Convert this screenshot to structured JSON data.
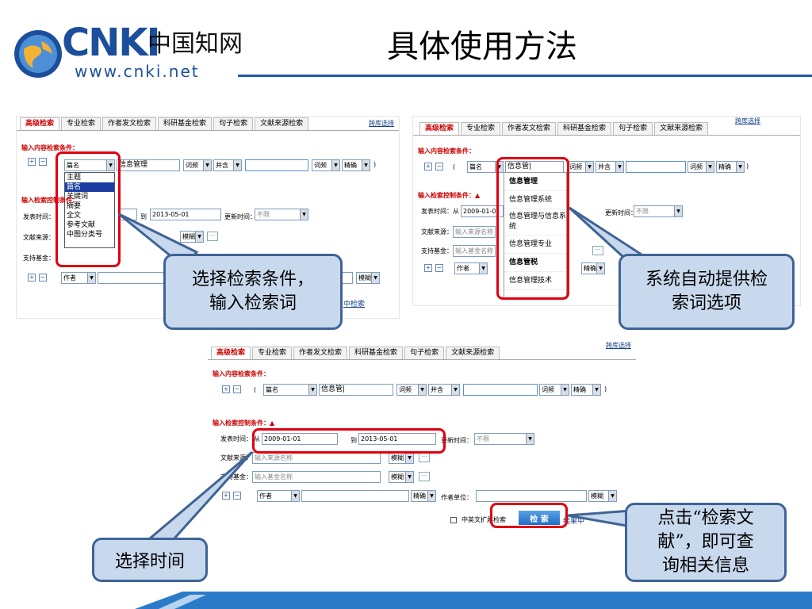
{
  "header": {
    "logo_text": "CNKI",
    "logo_chinese": "中国知网",
    "logo_url": "www.cnki.net",
    "title": "具体使用方法"
  },
  "tabs": [
    "高级检索",
    "专业检索",
    "作者发文检索",
    "科研基金检索",
    "句子检索",
    "文献来源检索"
  ],
  "cross_lib_link": "跨库选择",
  "section_content": "输入内容检索条件：",
  "section_control": "输入检索控制条件：",
  "control_label_with_icon": "输入检索控制条件：▲",
  "field_select": "篇名",
  "field_options": [
    "主题",
    "篇名",
    "关键词",
    "摘要",
    "全文",
    "参考文献",
    "中图分类号"
  ],
  "field_selected_index": 1,
  "term_panel1": "信息管理",
  "term_panel23": "信息管|",
  "term_panel2_input": "信息管|",
  "freq_select": "词频",
  "bool_select": "并含",
  "precision_select": "精确",
  "fuzzy_select": "模糊",
  "author_select": "作者",
  "labels": {
    "pub_time": "发表时间：",
    "from": "从",
    "to": "到",
    "update_time": "更新时间：",
    "source": "文献来源：",
    "fund": "支持基金：",
    "author_unit": "作者单位："
  },
  "date_from": "2009-01-01",
  "date_to": "2013-05-01",
  "update_value": "不限",
  "source_placeholder": "输入来源名称",
  "fund_placeholder": "输入基金名称",
  "suggestions": [
    "信息管理",
    "信息管理系统",
    "信息管理与信息系统",
    "信息管理专业",
    "信息管税",
    "信息管理技术"
  ],
  "suggestion_prefix": "信息管",
  "zh_en_label": "中英文扩展检索",
  "search_button": "检 索",
  "partial_link": "中检索",
  "partial_link2": "结果中",
  "callouts": {
    "c1_line1": "选择检索条件，",
    "c1_line2": "输入检索词",
    "c2_line1": "系统自动提供检",
    "c2_line2": "索词选项",
    "c3": "选择时间",
    "c4_line1": "点击“检索文",
    "c4_line2": "献”，即可查",
    "c4_line3": "询相关信息"
  },
  "colors": {
    "red_highlight": "#e00010",
    "callout_fill": "#c8d9ee",
    "callout_border": "#3f6396",
    "title_line": "#1f5aa8"
  }
}
